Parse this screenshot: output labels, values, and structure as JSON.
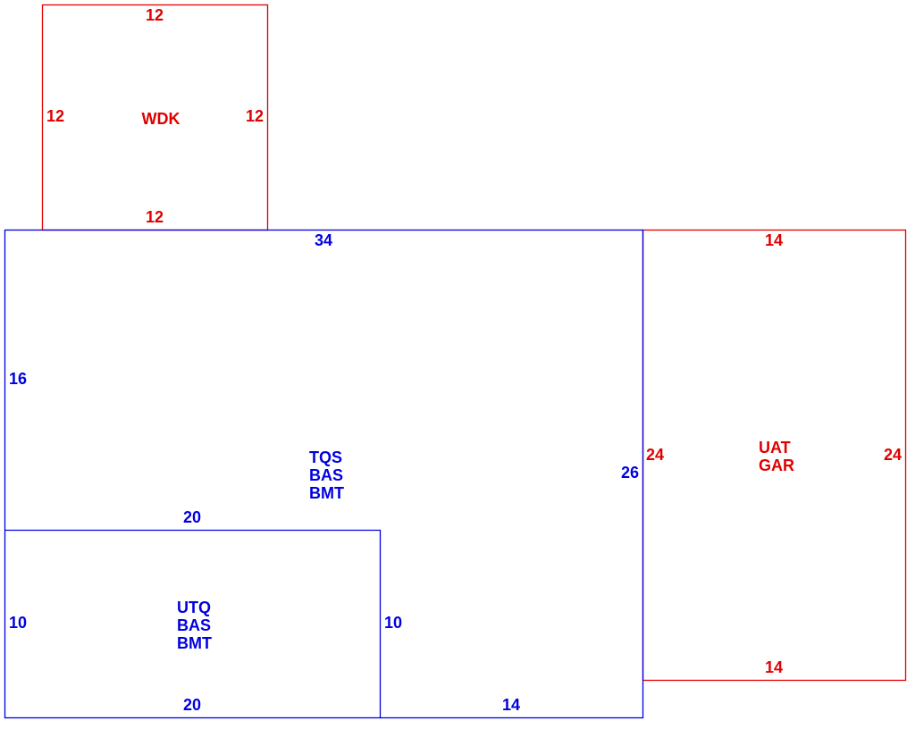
{
  "colors": {
    "red": "#e00000",
    "blue": "#0000e0"
  },
  "areas": {
    "wdk": {
      "labels": [
        "WDK"
      ],
      "top": "12",
      "bottom": "12",
      "left": "12",
      "right": "12"
    },
    "main": {
      "labels": [
        "TQS",
        "BAS",
        "BMT"
      ],
      "top": "34",
      "left": "16",
      "right": "26",
      "inner_top": "20",
      "bottom_right": "14"
    },
    "utq": {
      "labels": [
        "UTQ",
        "BAS",
        "BMT"
      ],
      "left": "10",
      "right": "10",
      "bottom": "20"
    },
    "uat": {
      "labels": [
        "UAT",
        "GAR"
      ],
      "top": "14",
      "bottom": "14",
      "left": "24",
      "right": "24"
    }
  }
}
